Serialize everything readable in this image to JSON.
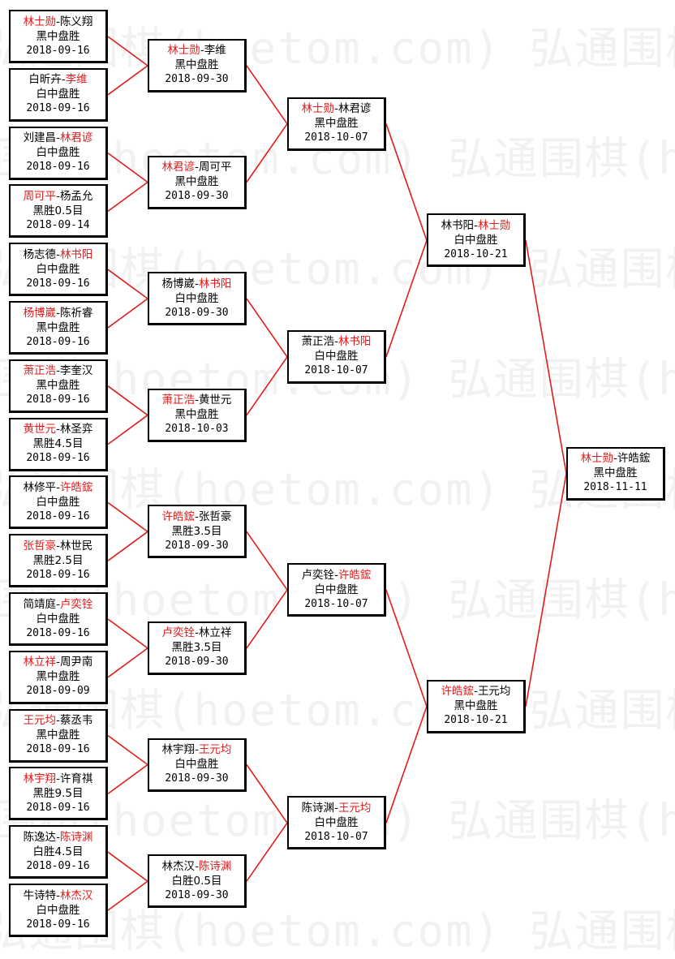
{
  "watermark": "弘通围棋(hoetom.com) 弘通围棋(hoetom.com) 弘通围棋",
  "colors": {
    "winner": "#e21b1b",
    "line": "#e21b1b",
    "border": "#000000",
    "watermark": "#f1f1f1"
  },
  "rounds": [
    [
      {
        "p1": "林士勋",
        "p2": "陈义翔",
        "winner": 1,
        "result": "黑中盘胜",
        "date": "2018-09-16"
      },
      {
        "p1": "白昕卉",
        "p2": "李维",
        "winner": 2,
        "result": "白中盘胜",
        "date": "2018-09-16"
      },
      {
        "p1": "刘建昌",
        "p2": "林君谚",
        "winner": 2,
        "result": "白中盘胜",
        "date": "2018-09-16"
      },
      {
        "p1": "周可平",
        "p2": "杨孟允",
        "winner": 1,
        "result": "黑胜0.5目",
        "date": "2018-09-14"
      },
      {
        "p1": "杨志德",
        "p2": "林书阳",
        "winner": 2,
        "result": "白中盘胜",
        "date": "2018-09-16"
      },
      {
        "p1": "杨博崴",
        "p2": "陈祈睿",
        "winner": 1,
        "result": "黑中盘胜",
        "date": "2018-09-16"
      },
      {
        "p1": "萧正浩",
        "p2": "李奎汉",
        "winner": 1,
        "result": "黑中盘胜",
        "date": "2018-09-16"
      },
      {
        "p1": "黄世元",
        "p2": "林圣弈",
        "winner": 1,
        "result": "黑胜4.5目",
        "date": "2018-09-16"
      },
      {
        "p1": "林修平",
        "p2": "许皓鋐",
        "winner": 2,
        "result": "白中盘胜",
        "date": "2018-09-16"
      },
      {
        "p1": "张哲豪",
        "p2": "林世民",
        "winner": 1,
        "result": "黑胜2.5目",
        "date": "2018-09-16"
      },
      {
        "p1": "简靖庭",
        "p2": "卢奕铨",
        "winner": 2,
        "result": "白中盘胜",
        "date": "2018-09-16"
      },
      {
        "p1": "林立祥",
        "p2": "周尹南",
        "winner": 1,
        "result": "黑中盘胜",
        "date": "2018-09-09"
      },
      {
        "p1": "王元均",
        "p2": "蔡丞韦",
        "winner": 1,
        "result": "黑中盘胜",
        "date": "2018-09-16"
      },
      {
        "p1": "林宇翔",
        "p2": "许育祺",
        "winner": 1,
        "result": "黑胜9.5目",
        "date": "2018-09-16"
      },
      {
        "p1": "陈逸达",
        "p2": "陈诗渊",
        "winner": 2,
        "result": "白胜4.5目",
        "date": "2018-09-16"
      },
      {
        "p1": "牛诗特",
        "p2": "林杰汉",
        "winner": 2,
        "result": "白中盘胜",
        "date": "2018-09-16"
      }
    ],
    [
      {
        "p1": "林士勋",
        "p2": "李维",
        "winner": 1,
        "result": "黑中盘胜",
        "date": "2018-09-30"
      },
      {
        "p1": "林君谚",
        "p2": "周可平",
        "winner": 1,
        "result": "黑中盘胜",
        "date": "2018-09-30"
      },
      {
        "p1": "杨博崴",
        "p2": "林书阳",
        "winner": 2,
        "result": "白中盘胜",
        "date": "2018-09-30"
      },
      {
        "p1": "萧正浩",
        "p2": "黄世元",
        "winner": 1,
        "result": "黑中盘胜",
        "date": "2018-10-03"
      },
      {
        "p1": "许皓鋐",
        "p2": "张哲豪",
        "winner": 1,
        "result": "黑胜3.5目",
        "date": "2018-09-30"
      },
      {
        "p1": "卢奕铨",
        "p2": "林立祥",
        "winner": 1,
        "result": "黑胜3.5目",
        "date": "2018-09-30"
      },
      {
        "p1": "林宇翔",
        "p2": "王元均",
        "winner": 2,
        "result": "白中盘胜",
        "date": "2018-09-30"
      },
      {
        "p1": "林杰汉",
        "p2": "陈诗渊",
        "winner": 2,
        "result": "白胜0.5目",
        "date": "2018-09-30"
      }
    ],
    [
      {
        "p1": "林士勋",
        "p2": "林君谚",
        "winner": 1,
        "result": "黑中盘胜",
        "date": "2018-10-07"
      },
      {
        "p1": "萧正浩",
        "p2": "林书阳",
        "winner": 2,
        "result": "白中盘胜",
        "date": "2018-10-07"
      },
      {
        "p1": "卢奕铨",
        "p2": "许皓鋐",
        "winner": 2,
        "result": "白中盘胜",
        "date": "2018-10-07"
      },
      {
        "p1": "陈诗渊",
        "p2": "王元均",
        "winner": 2,
        "result": "白中盘胜",
        "date": "2018-10-07"
      }
    ],
    [
      {
        "p1": "林书阳",
        "p2": "林士勋",
        "winner": 2,
        "result": "白中盘胜",
        "date": "2018-10-21"
      },
      {
        "p1": "许皓鋐",
        "p2": "王元均",
        "winner": 1,
        "result": "黑中盘胜",
        "date": "2018-10-21"
      }
    ],
    [
      {
        "p1": "林士勋",
        "p2": "许皓鋐",
        "winner": 1,
        "result": "黑中盘胜",
        "date": "2018-11-11"
      }
    ]
  ]
}
